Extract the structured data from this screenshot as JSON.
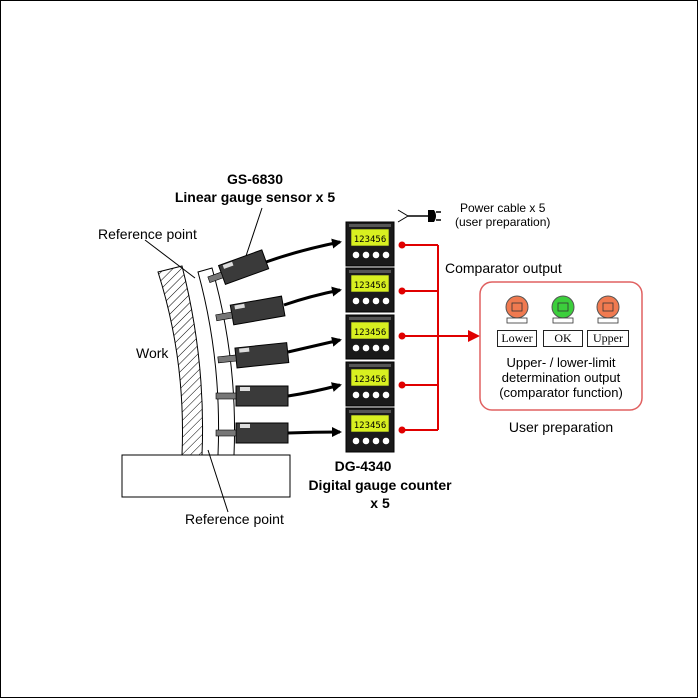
{
  "sensor": {
    "model": "GS-6830",
    "name": "Linear gauge sensor x 5"
  },
  "counter": {
    "model": "DG-4340",
    "name_line1": "Digital gauge counter",
    "name_line2": "x 5",
    "display_value": "123456",
    "count": 5
  },
  "labels": {
    "reference_point_top": "Reference point",
    "reference_point_bottom": "Reference point",
    "work": "Work",
    "comparator_output": "Comparator output",
    "power_cable_line1": "Power cable x 5",
    "power_cable_line2": "(user preparation)",
    "user_preparation": "User preparation"
  },
  "output_panel": {
    "desc_line1": "Upper- / lower-limit",
    "desc_line2": "determination output",
    "desc_line3": "(comparator function)",
    "lamps": [
      {
        "label": "Lower",
        "color": "#f07a50"
      },
      {
        "label": "OK",
        "color": "#3ccf3c"
      },
      {
        "label": "Upper",
        "color": "#f07a50"
      }
    ]
  },
  "colors": {
    "signal_line": "#e00000",
    "panel_border": "#e06060",
    "lcd": "#d8f020"
  }
}
